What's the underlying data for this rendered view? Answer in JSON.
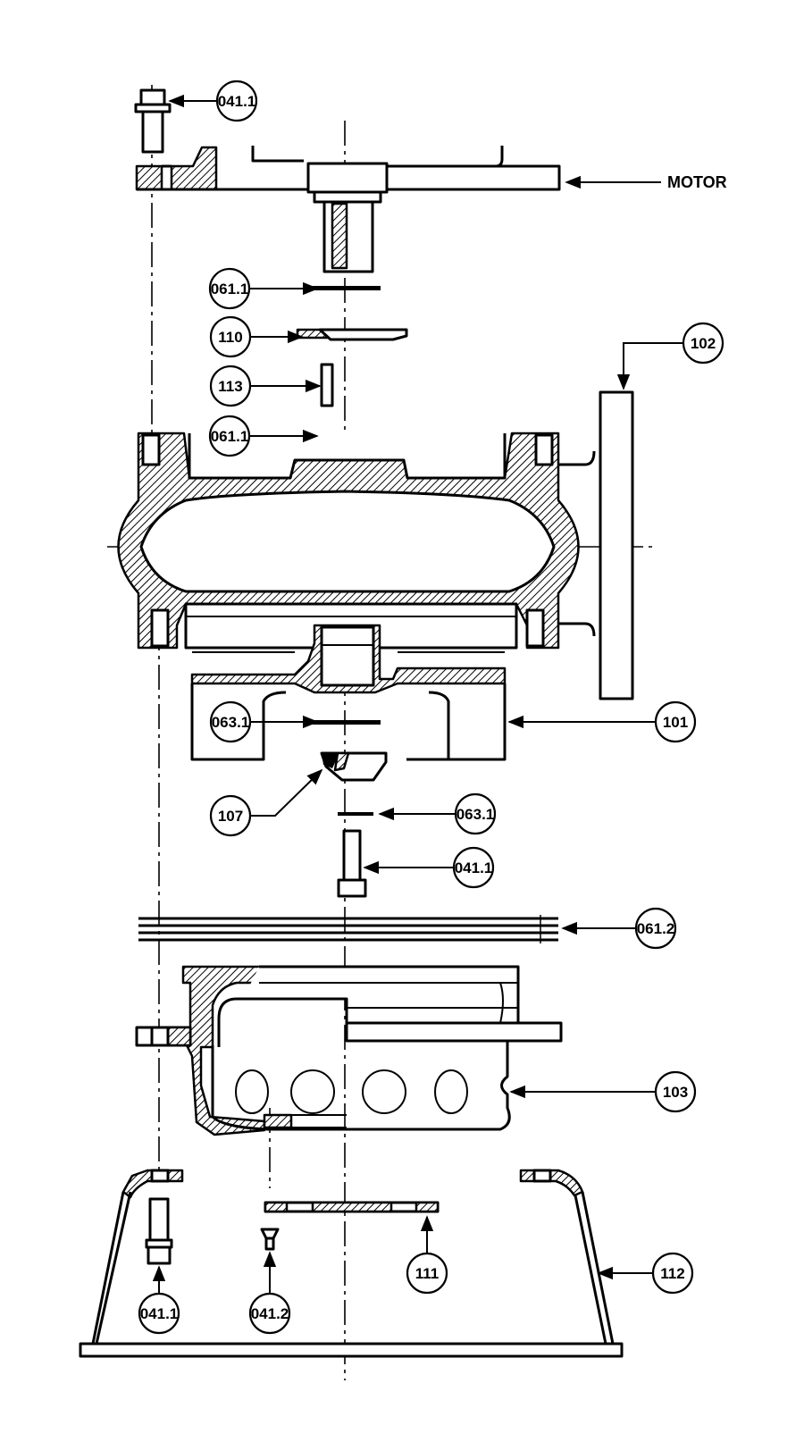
{
  "callouts": {
    "c_041_1_top": "041.1",
    "c_061_1_upper": "061.1",
    "c_110": "110",
    "c_113": "113",
    "c_061_1_lower": "061.1",
    "c_102": "102",
    "c_063_1_left": "063.1",
    "c_101": "101",
    "c_107": "107",
    "c_063_1_right": "063.1",
    "c_041_1_mid": "041.1",
    "c_061_2": "061.2",
    "c_103": "103",
    "c_111": "111",
    "c_112": "112",
    "c_041_1_bottom": "041.1",
    "c_041_2": "041.2"
  },
  "labels": {
    "motor": "MOTOR"
  }
}
